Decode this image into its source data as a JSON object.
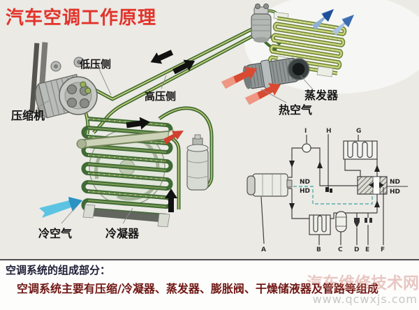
{
  "title": "汽车空调工作原理",
  "main_labels": {
    "compressor": "压缩机",
    "low_side": "低压侧",
    "high_side": "高压侧",
    "evaporator": "蒸发器",
    "hot_air": "热空气",
    "cold_air": "冷空气",
    "condenser": "冷凝器"
  },
  "schematic": {
    "top_letters": [
      "I",
      "H",
      "G"
    ],
    "bottom_letters": [
      "A",
      "B",
      "C",
      "D",
      "E",
      "F"
    ],
    "nd": "ND",
    "hd": "HD"
  },
  "footer": {
    "heading": "空调系统的组成部分：",
    "description": "空调系统主要有压缩/冷凝器、蒸发器、膨胀阀、干燥储液器及管路等组成"
  },
  "watermark": {
    "site": "汽车维修技术网",
    "url": "www.qcwxjs.com"
  },
  "colors": {
    "title_red": "#e2332a",
    "footer_heading": "#1e1e36",
    "footer_description": "#6f1713",
    "pipe_dark_green": "#3e6a32",
    "pipe_light_green": "#c8d17b",
    "coil_yellow_green": "#ccd67e",
    "arrow_black": "#111111",
    "arrow_red": "#d94a33",
    "arrow_blue_dark": "#1e4f9b",
    "arrow_blue_light": "#8fb0d8",
    "arrow_cyan": "#2a93c4",
    "schematic_line": "#3f3f3f",
    "schematic_dashed_teal": "#3fa0a0",
    "watermark_gray": "#c7c7c7",
    "background": "#ebeae5"
  }
}
